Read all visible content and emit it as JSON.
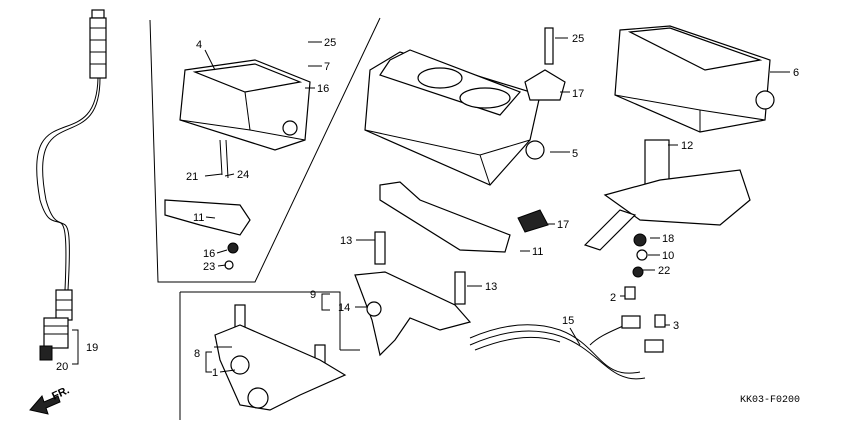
{
  "diagram": {
    "code": "KK03-F0200",
    "front_label": "FR.",
    "callouts": {
      "c1": "1",
      "c2": "2",
      "c3": "3",
      "c4": "4",
      "c5": "5",
      "c6": "6",
      "c7": "7",
      "c8": "8",
      "c9": "9",
      "c10": "10",
      "c11a": "11",
      "c11b": "11",
      "c12": "12",
      "c13a": "13",
      "c13b": "13",
      "c14": "14",
      "c15": "15",
      "c16a": "16",
      "c16b": "16",
      "c17a": "17",
      "c17b": "17",
      "c18": "18",
      "c19": "19",
      "c20": "20",
      "c21": "21",
      "c22": "22",
      "c23": "23",
      "c24": "24",
      "c25a": "25",
      "c25b": "25"
    }
  }
}
